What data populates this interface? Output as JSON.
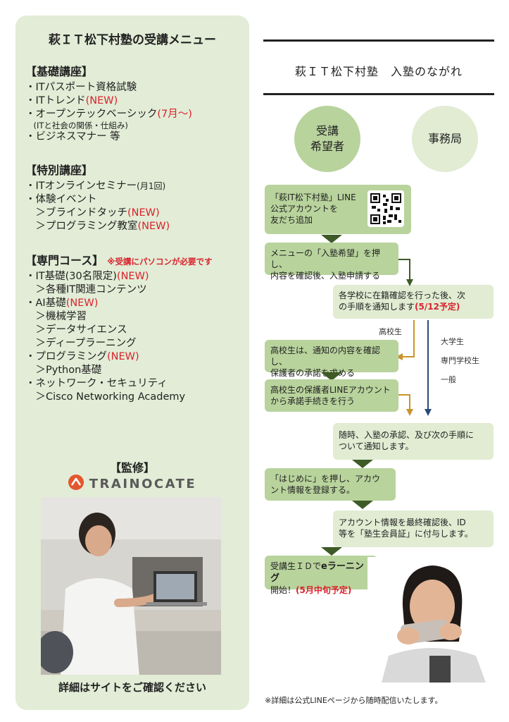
{
  "left": {
    "title": "萩ＩＴ松下村塾の受講メニュー",
    "basic": {
      "heading": "【基礎講座】",
      "items": [
        {
          "text": "・ITパスポート資格試験",
          "tag": ""
        },
        {
          "text": "・ITトレンド",
          "tag": "(NEW)"
        },
        {
          "text": "・オープンテックベーシック",
          "tag": "(7月～)"
        },
        {
          "text": "　(ITと社会の関係・仕組み)",
          "tag": ""
        },
        {
          "text": "・ビジネスマナー 等",
          "tag": ""
        }
      ]
    },
    "special": {
      "heading": "【特別講座】",
      "items": [
        {
          "text": "・ITオンラインセミナー",
          "tag": "",
          "suffix": "(月1回)"
        },
        {
          "text": "・体験イベント",
          "tag": ""
        },
        {
          "text": "　＞ブラインドタッチ",
          "tag": "(NEW)"
        },
        {
          "text": "　＞プログラミング教室",
          "tag": "(NEW)"
        }
      ]
    },
    "pro": {
      "heading": "【専門コース】",
      "note": "※受講にパソコンが必要です",
      "items": [
        {
          "text": "・IT基礎(30名限定)",
          "tag": "(NEW)"
        },
        {
          "text": "　＞各種IT関連コンテンツ",
          "tag": ""
        },
        {
          "text": "・AI基礎",
          "tag": "(NEW)"
        },
        {
          "text": "　＞機械学習",
          "tag": ""
        },
        {
          "text": "　＞データサイエンス",
          "tag": ""
        },
        {
          "text": "　＞ディープラーニング",
          "tag": ""
        },
        {
          "text": "・プログラミング",
          "tag": "(NEW)"
        },
        {
          "text": "　＞Python基礎",
          "tag": ""
        },
        {
          "text": "・ネットワーク・セキュリティ",
          "tag": ""
        },
        {
          "text": "　＞Cisco Networking Academy",
          "tag": ""
        }
      ]
    },
    "supervision": "【監修】",
    "logo_text": "TRAINOCATE",
    "footer": "詳細はサイトをご確認ください"
  },
  "right": {
    "title": "萩ＩＴ松下村塾　入塾のながれ",
    "circle_applicant_1": "受講",
    "circle_applicant_2": "希望者",
    "circle_office": "事務局",
    "step1_l1": "「萩IT松下村塾」LINE",
    "step1_l2": "公式アカウントを",
    "step1_l3": "友だち追加",
    "step2_l1": "メニューの「入塾希望」を押し、",
    "step2_l2": "内容を確認後、入塾申請する",
    "step3_l1": "各学校に在籍確認を行った後、次",
    "step3_l2": "の手順を通知します",
    "step3_tag": "(5/12予定)",
    "label_hs": "高校生",
    "label_uni": "大学生",
    "label_voc": "専門学校生",
    "label_gen": "一般",
    "step4_l1": "高校生は、通知の内容を確認し、",
    "step4_l2": "保護者の承諾を求める",
    "step5_l1": "高校生の保護者LINEアカウント",
    "step5_l2": "から承諾手続きを行う",
    "step6_l1": "随時、入塾の承認、及び次の手順に",
    "step6_l2": "ついて通知します。",
    "step7_l1": "「はじめに」を押し、アカウ",
    "step7_l2": "ント情報を登録する。",
    "step8_l1": "アカウント情報を最終確認後、ID",
    "step8_l2": "等を「塾生会員証」に付与します。",
    "step9_l1a": "受講生ＩＤで",
    "step9_l1b": "eラーニング",
    "step9_l2a": "開始！",
    "step9_tag": "(5月中旬予定)",
    "note": "※詳細は公式LINEページから随時配信いたします。"
  },
  "colors": {
    "panel": "#e2ecd6",
    "box_dark": "#b8d39c",
    "box_light": "#e1ecd3",
    "arrow_dark": "#3e5a26",
    "arrow_gold": "#c9942a",
    "arrow_navy": "#2b4a78",
    "accent_red": "#d9232d"
  }
}
